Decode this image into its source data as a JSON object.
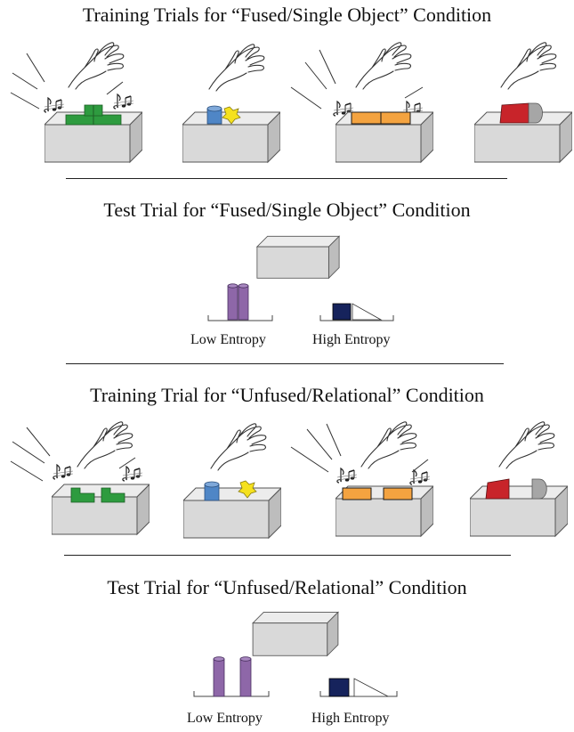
{
  "section1": {
    "title": "Training Trials for “Fused/Single Object” Condition",
    "trials": [
      {
        "object": "green-t-shape",
        "sound": true
      },
      {
        "object": "blue-cylinder-and-yellow-star",
        "sound": false
      },
      {
        "object": "orange-block-pair",
        "sound": true
      },
      {
        "object": "red-and-gray-capsule",
        "sound": false
      }
    ]
  },
  "section2": {
    "title": "Test Trial for “Fused/Single Object” Condition",
    "low_label": "Low Entropy",
    "high_label": "High Entropy"
  },
  "section3": {
    "title": "Training Trial for “Unfused/Relational” Condition",
    "trials": [
      {
        "object": "separated-green-l-shapes",
        "sound": true
      },
      {
        "object": "separated-blue-cylinder-and-yellow-star",
        "sound": false
      },
      {
        "object": "separated-orange-blocks",
        "sound": true
      },
      {
        "object": "separated-red-and-gray-pieces",
        "sound": false
      }
    ]
  },
  "section4": {
    "title": "Test Trial for “Unfused/Relational” Condition",
    "low_label": "Low Entropy",
    "high_label": "High Entropy"
  },
  "colors": {
    "box_front": "#d9d9d9",
    "box_top": "#ececec",
    "box_side": "#bdbdbd",
    "green": "#2e9b3f",
    "blue": "#4f86c6",
    "yellow": "#f5e11e",
    "orange": "#f4a340",
    "red": "#c8242a",
    "gray": "#a6a6a6",
    "purple": "#8e67a8",
    "navy": "#16235c"
  }
}
